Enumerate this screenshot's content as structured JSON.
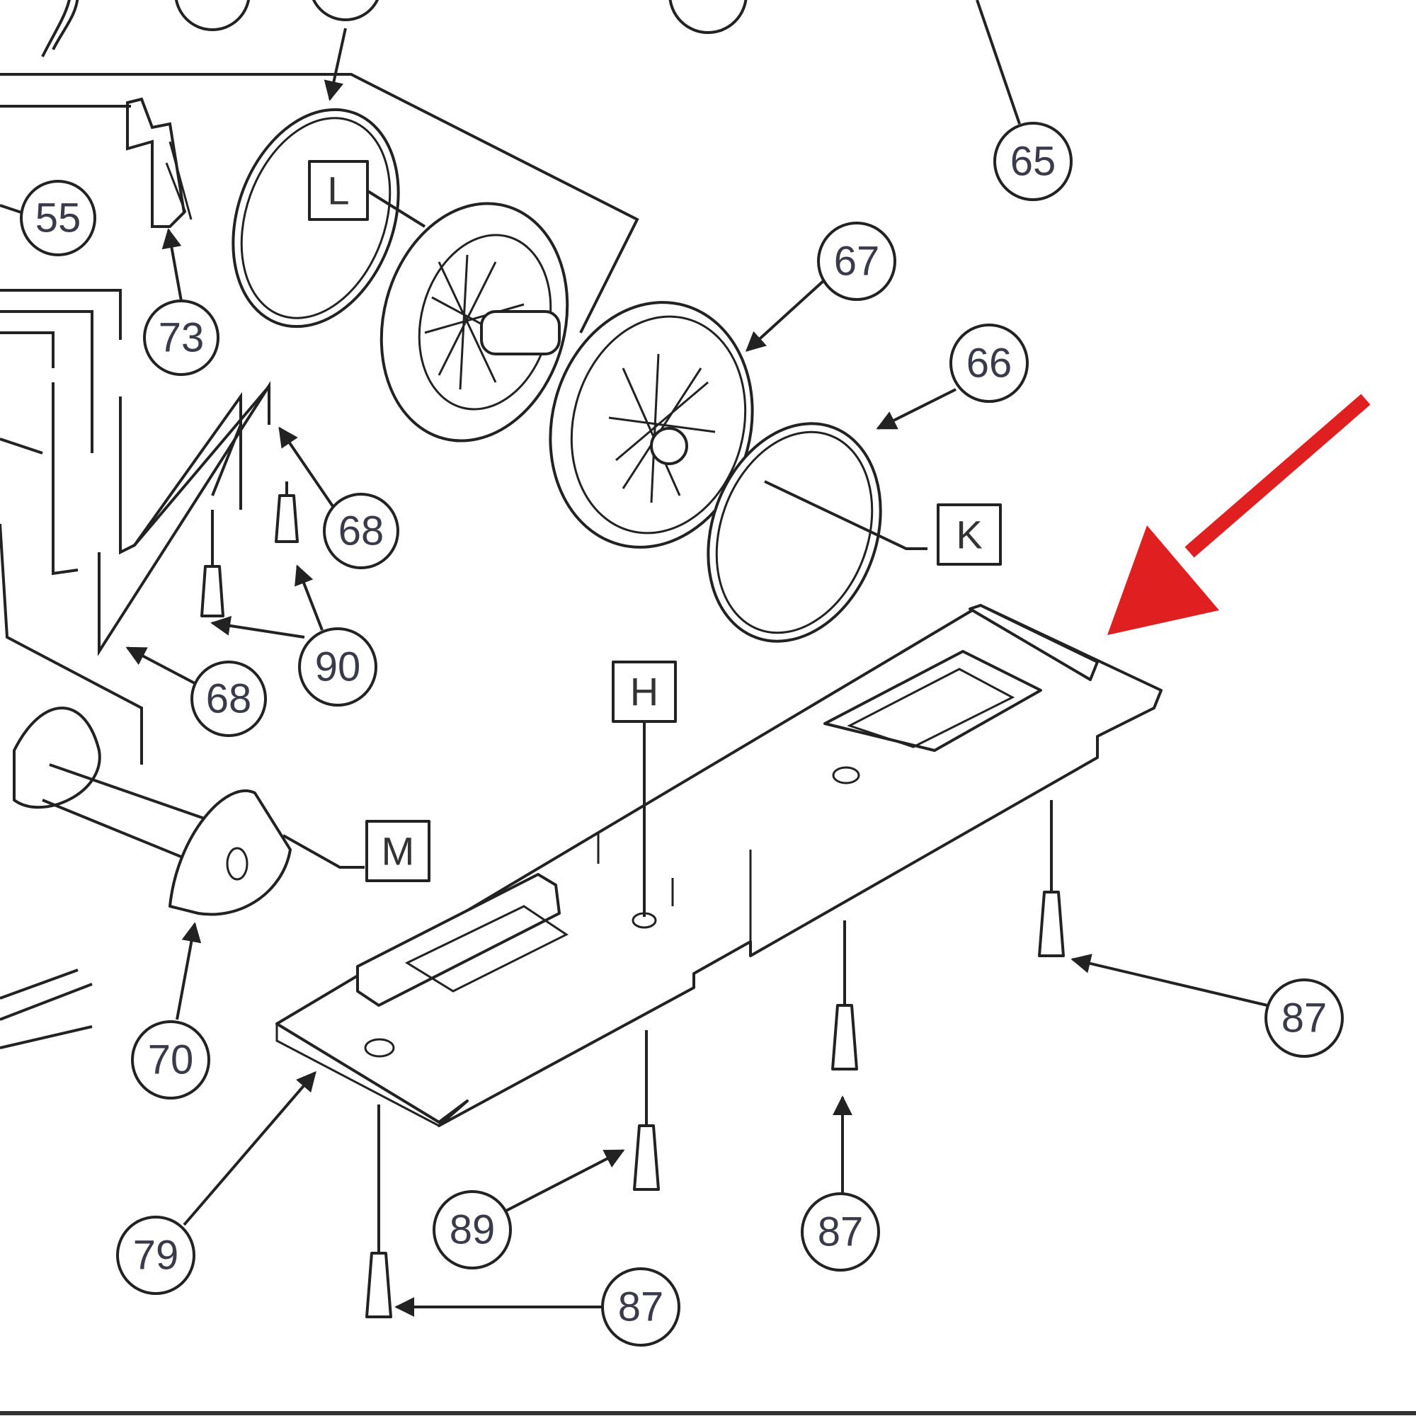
{
  "diagram": {
    "callouts": [
      {
        "id": "55",
        "label": "55"
      },
      {
        "id": "73",
        "label": "73"
      },
      {
        "id": "65",
        "label": "65"
      },
      {
        "id": "67",
        "label": "67"
      },
      {
        "id": "66",
        "label": "66"
      },
      {
        "id": "68a",
        "label": "68"
      },
      {
        "id": "90",
        "label": "90"
      },
      {
        "id": "68b",
        "label": "68"
      },
      {
        "id": "70",
        "label": "70"
      },
      {
        "id": "79",
        "label": "79"
      },
      {
        "id": "89",
        "label": "89"
      },
      {
        "id": "87a",
        "label": "87"
      },
      {
        "id": "87b",
        "label": "87"
      },
      {
        "id": "87c",
        "label": "87"
      }
    ],
    "reference_boxes": [
      {
        "id": "L",
        "label": "L"
      },
      {
        "id": "K",
        "label": "K"
      },
      {
        "id": "H",
        "label": "H"
      },
      {
        "id": "M",
        "label": "M"
      }
    ],
    "highlight_arrow_color": "#e02020"
  }
}
